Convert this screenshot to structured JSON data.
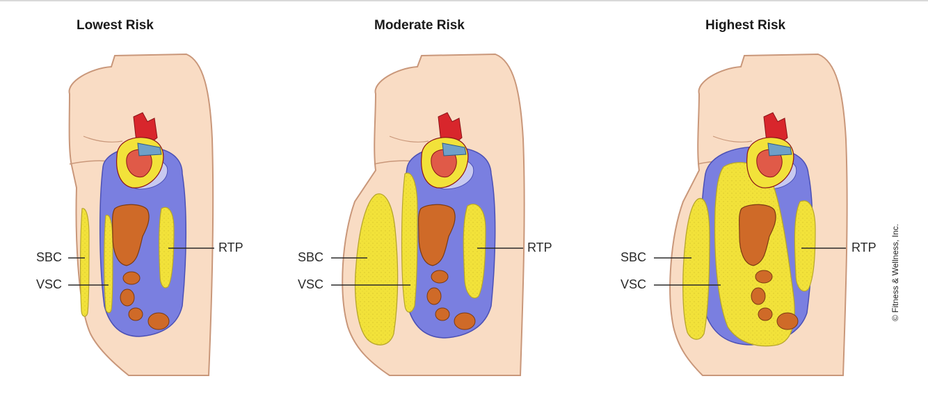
{
  "panels": [
    {
      "title": "Lowest Risk",
      "sbc_label": "SBC",
      "vsc_label": "VSC",
      "rtp_label": "RTP"
    },
    {
      "title": "Moderate Risk",
      "sbc_label": "SBC",
      "vsc_label": "VSC",
      "rtp_label": "RTP"
    },
    {
      "title": "Highest Risk",
      "sbc_label": "SBC",
      "vsc_label": "VSC",
      "rtp_label": "RTP"
    }
  ],
  "copyright": "© Fitness & Wellness, Inc.",
  "colors": {
    "skin": "#f9dcc4",
    "outline": "#c9977a",
    "fat": "#f2e23a",
    "fat_outline": "#b6a52c",
    "cavity_blue": "#7a7fe0",
    "cavity_light": "#c8c9f0",
    "heart_red": "#d8262c",
    "heart_blue": "#6fa0c8",
    "organ_orange": "#cf6a28"
  }
}
